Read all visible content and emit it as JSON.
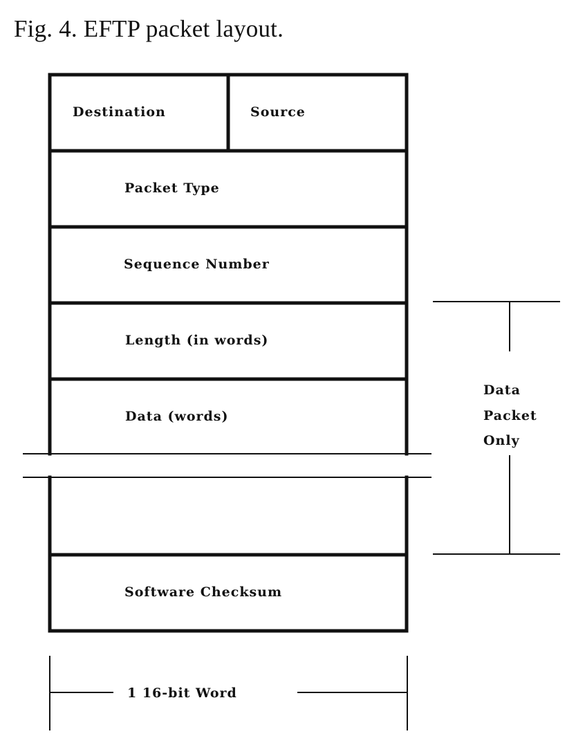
{
  "caption": "Fig. 4. EFTP packet layout.",
  "fields": {
    "destination": "Destination",
    "source": "Source",
    "packet_type": "Packet Type",
    "sequence_number": "Sequence Number",
    "length": "Length (in words)",
    "data": "Data (words)",
    "software_checksum": "Software Checksum"
  },
  "data_packet_only": {
    "line1": "Data",
    "line2": "Packet",
    "line3": "Only"
  },
  "word_width_label": "1 16-bit Word"
}
